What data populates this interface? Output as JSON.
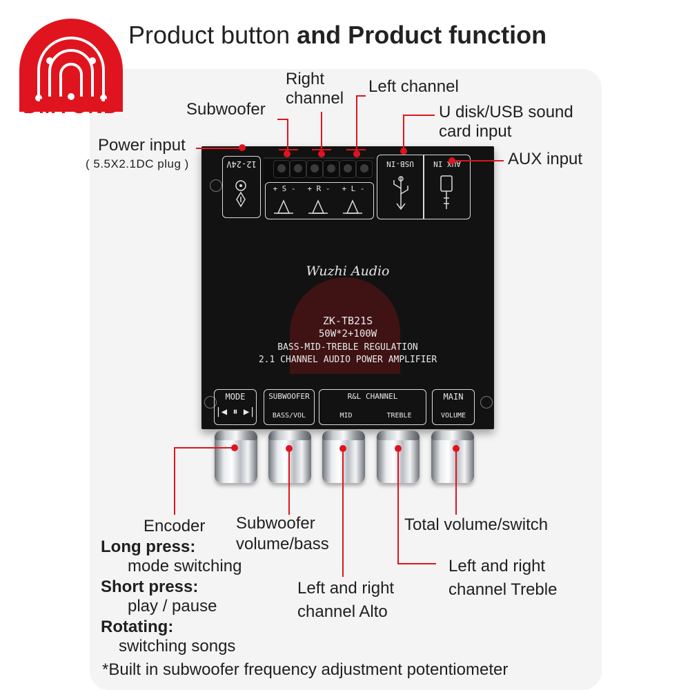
{
  "brand": {
    "name": "DMYOND",
    "color": "#e0141e"
  },
  "header": {
    "title_plain": "Product button ",
    "title_bold": "and Product function"
  },
  "board": {
    "brand_script": "Wuzhi Audio",
    "model": "ZK-TB21S",
    "power": "50W*2+100W",
    "regulation": "BASS-MID-TREBLE REGULATION",
    "description": "2.1 CHANNEL AUDIO POWER AMPLIFIER",
    "dc_label": "12-24V",
    "usb_label": "USB-IN",
    "aux_label": "AUX IN",
    "channel_marks": [
      "+ S -",
      "+ R -",
      "+ L -"
    ],
    "controls": {
      "mode": "MODE",
      "subwoofer": "SUBWOOFER",
      "bass_vol": "BASS/VOL",
      "rl_channel": "R&L CHANNEL",
      "mid": "MID",
      "treble": "TREBLE",
      "main": "MAIN",
      "volume": "VOLUME"
    }
  },
  "labels": {
    "right_channel_1": "Right",
    "right_channel_2": "channel",
    "left_channel": "Left channel",
    "subwoofer": "Subwoofer",
    "usb_1": "U disk/USB sound",
    "usb_2": "card input",
    "power_input": "Power input",
    "power_plug": "( 5.5X2.1DC plug )",
    "aux_input": "AUX input",
    "encoder": "Encoder",
    "long_press": "Long press:",
    "long_press_desc": "mode switching",
    "short_press": "Short press:",
    "short_press_desc": "play / pause",
    "rotating": "Rotating:",
    "rotating_desc": "switching songs",
    "sub_vol_1": "Subwoofer",
    "sub_vol_2": "volume/bass",
    "total_volume": "Total volume/switch",
    "lr_alto_1": "Left and right",
    "lr_alto_2": "channel Alto",
    "lr_treble_1": "Left and right",
    "lr_treble_2": "channel Treble",
    "footnote": "*Built in subwoofer frequency adjustment potentiometer"
  }
}
